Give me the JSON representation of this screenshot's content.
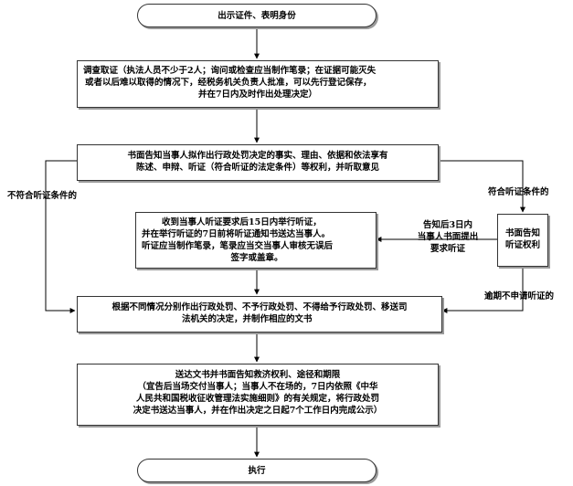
{
  "start": "出示证件、表明身份",
  "investigate": [
    "调查取证（执法人员不少于2人；询问或检查应当制作笔录；在证据可能灭失",
    "或者以后难以取得的情况下，经税务机关负责人批准，可以先行登记保存，",
    "并在7日内及时作出处理决定）"
  ],
  "notify": [
    "书面告知当事人拟作出行政处罚决定的事实、理由、依据和依法享有",
    "陈述、申辩、听证（符合听证的法定条件）等权利，并听取意见"
  ],
  "hearing": [
    "收到当事人听证要求后15日内举行听证，",
    "并在举行听证的7日前将听证通知书送达当事人。",
    "听证应当制作笔录，笔录应当交当事人审核无误后",
    "签字或盖章。"
  ],
  "hearing_notice": [
    "书面告知",
    "听证权利"
  ],
  "decision": [
    "根据不同情况分别作出行政处罚、不予行政处罚、不得给予行政处罚、移送司",
    "法机关的决定，并制作相应的文书"
  ],
  "deliver": [
    "送达文书并书面告知救济权利、途径和期限",
    "（宜告后当场交付当事人；当事人不在场的，7日内依照《中华",
    "人民共和国税收征收管理法实施细则》的有关规定，将行政处罚",
    "决定书送达当事人，并在作出决定之日起7个工作日内完成公示）"
  ],
  "execute": "执行",
  "labels": {
    "not_qualified": "不符合听证条件的",
    "qualified": "符合听证条件的",
    "request": [
      "告知后3日内",
      "当事人书面提出",
      "要求听证"
    ],
    "no_request": "逾期不申请听证的"
  }
}
